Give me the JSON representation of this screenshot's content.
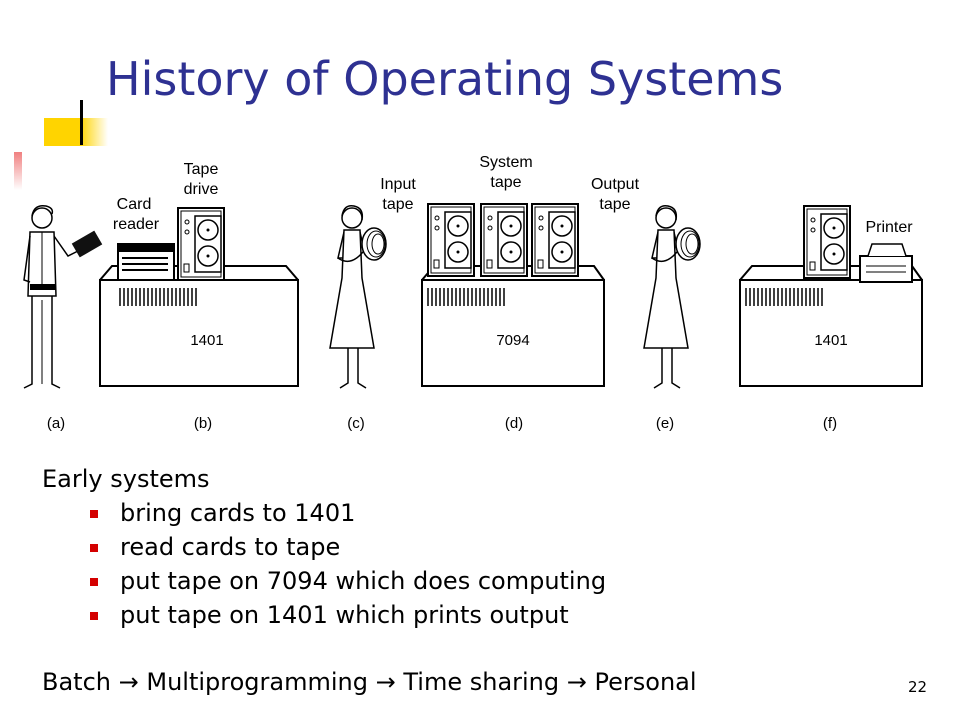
{
  "slide": {
    "title": "History of Operating Systems",
    "page_number": "22"
  },
  "figure": {
    "labels": {
      "card_reader": [
        "Card",
        "reader"
      ],
      "tape_drive": [
        "Tape",
        "drive"
      ],
      "input_tape": [
        "Input",
        "tape"
      ],
      "system_tape": [
        "System",
        "tape"
      ],
      "output_tape": [
        "Output",
        "tape"
      ],
      "printer": "Printer"
    },
    "machines": {
      "left": "1401",
      "center": "7094",
      "right": "1401"
    },
    "panels": [
      "(a)",
      "(b)",
      "(c)",
      "(d)",
      "(e)",
      "(f)"
    ]
  },
  "content": {
    "heading": "Early systems",
    "bullets": [
      "bring cards to 1401",
      "read cards to tape",
      "put tape on 7094 which does computing",
      "put tape on 1401 which prints output"
    ],
    "progression": {
      "steps": [
        "Batch",
        "Multiprogramming",
        "Time sharing",
        "Personal"
      ],
      "separator": " → "
    }
  },
  "colors": {
    "title": "#2e3192",
    "bullet": "#d40000",
    "accent_yellow": "#ffd400"
  },
  "icons": {
    "bullet": "square-bullet-icon",
    "arrow": "right-arrow-icon"
  }
}
